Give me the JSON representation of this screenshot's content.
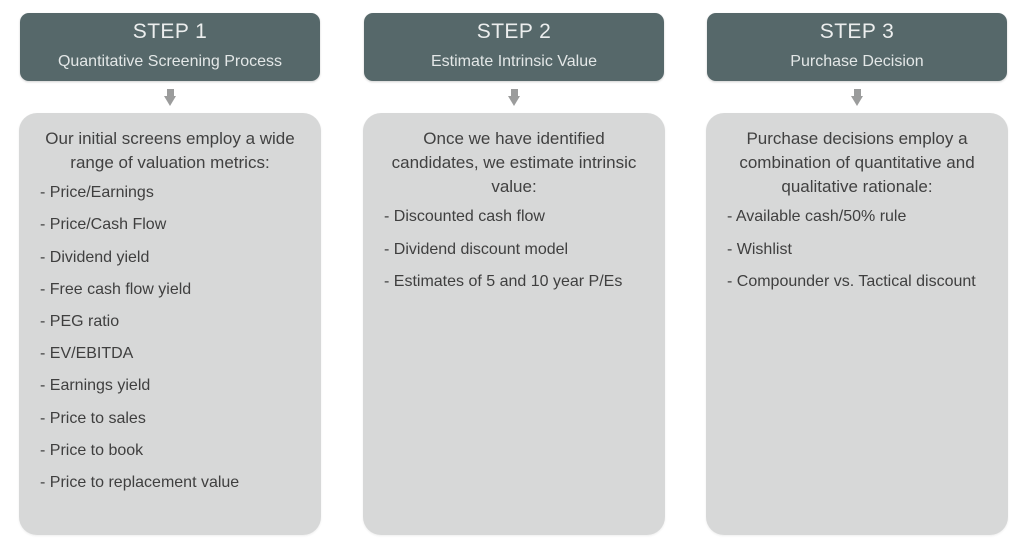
{
  "diagram": {
    "type": "three-step-process-flow",
    "theme": {
      "header_background": "#56686a",
      "header_text": "#eceeee",
      "body_background": "#d7d8d8",
      "body_text": "#414141",
      "arrow_color": "#9b9c9c",
      "page_background": "#ffffff"
    },
    "connector_icon": "down-arrow-icon",
    "steps": [
      {
        "title": "STEP 1",
        "subtitle": "Quantitative Screening Process",
        "intro": "Our initial screens employ a wide range of valuation metrics:",
        "items": [
          "- Price/Earnings",
          "- Price/Cash Flow",
          "- Dividend yield",
          "- Free cash flow yield",
          "- PEG ratio",
          "- EV/EBITDA",
          "- Earnings yield",
          "- Price to sales",
          "- Price to book",
          "- Price to replacement value"
        ]
      },
      {
        "title": "STEP 2",
        "subtitle": "Estimate Intrinsic Value",
        "intro": "Once we have identified candidates, we estimate intrinsic value:",
        "items": [
          "- Discounted cash flow",
          "- Dividend discount model",
          "- Estimates of 5 and 10 year P/Es"
        ]
      },
      {
        "title": "STEP 3",
        "subtitle": "Purchase Decision",
        "intro": "Purchase decisions employ a combination of quantitative and qualitative rationale:",
        "items": [
          "- Available cash/50% rule",
          "- Wishlist",
          "- Compounder vs. Tactical discount"
        ]
      }
    ]
  }
}
